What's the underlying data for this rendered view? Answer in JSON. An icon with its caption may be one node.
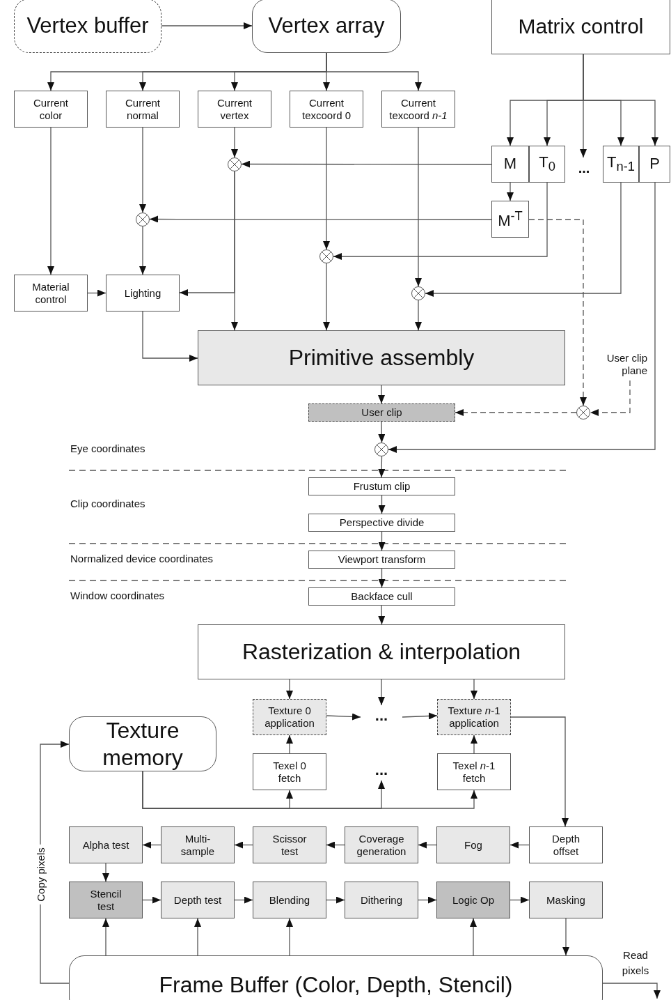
{
  "diagram": {
    "nodes": [
      {
        "text": [
          "Vertex buffer"
        ]
      },
      {
        "text": [
          "Vertex array"
        ]
      },
      {
        "text": [
          "Matrix control"
        ]
      },
      {
        "text": [
          "Current color"
        ]
      },
      {
        "text": [
          "Current normal"
        ]
      },
      {
        "text": [
          "Current vertex"
        ]
      },
      {
        "text": [
          "Current texcoord 0"
        ]
      },
      {
        "text": [
          "Current texcoord *n-1*"
        ]
      },
      {
        "text": [
          "M"
        ]
      },
      {
        "text": [
          "T$_{0}$"
        ]
      },
      {
        "text": [
          "..."
        ]
      },
      {
        "text": [
          "T$_{n-1}$"
        ]
      },
      {
        "text": [
          "P"
        ]
      },
      {
        "text": [
          "M$^{-T}$"
        ]
      },
      {
        "text": [],
        "shape": "circle"
      },
      {
        "text": [],
        "shape": "circle"
      },
      {
        "text": [],
        "shape": "circle"
      },
      {
        "text": [],
        "shape": "circle"
      },
      {
        "text": [
          "Material control"
        ]
      },
      {
        "text": [
          "Lighting"
        ]
      },
      {
        "text": [
          "Primitive assembly"
        ]
      },
      {
        "text": [
          "User clip plane"
        ]
      },
      {
        "text": [],
        "shape": "circle"
      },
      {
        "text": [
          "User clip"
        ]
      },
      {
        "text": [],
        "shape": "circle"
      },
      {
        "text": [
          "Frustum clip"
        ]
      },
      {
        "text": [
          "Perspective divide"
        ]
      },
      {
        "text": [
          "Viewport transform"
        ]
      },
      {
        "text": [
          "Backface cull"
        ]
      },
      {
        "text": [
          "Rasterization & interpolation"
        ]
      },
      {
        "text": [
          "Texture 0 application"
        ]
      },
      {
        "text": [
          "..."
        ]
      },
      {
        "text": [
          "Texture *n*-1 application"
        ]
      },
      {
        "text": [
          "Texture memory"
        ]
      },
      {
        "text": [
          "Texel 0 fetch"
        ]
      },
      {
        "text": [
          "..."
        ]
      },
      {
        "text": [
          "Texel *n*-1 fetch"
        ]
      },
      {
        "text": [
          "Alpha test"
        ]
      },
      {
        "text": [
          "Multi- sample"
        ]
      },
      {
        "text": [
          "Scissor test"
        ]
      },
      {
        "text": [
          "Coverage generation"
        ]
      },
      {
        "text": [
          "Fog"
        ]
      },
      {
        "text": [
          "Depth offset"
        ]
      },
      {
        "text": [
          "Stencil test"
        ]
      },
      {
        "text": [
          "Depth test"
        ]
      },
      {
        "text": [
          "Blending"
        ]
      },
      {
        "text": [
          "Dithering"
        ]
      },
      {
        "text": [
          "Logic Op"
        ]
      },
      {
        "text": [
          "Masking"
        ]
      },
      {
        "text": [
          "Frame Buffer (Color, Depth, Stencil)"
        ]
      }
    ],
    "edges": [
      {
        "from": 0,
        "to": 1,
        "arrow": "to"
      },
      {
        "from": 1,
        "to": 3,
        "arrow": "to"
      },
      {
        "from": 1,
        "to": 4,
        "arrow": "to"
      },
      {
        "from": 1,
        "to": 5,
        "arrow": "to"
      },
      {
        "from": 1,
        "to": 6,
        "arrow": "to"
      },
      {
        "from": 1,
        "to": 7,
        "arrow": "to"
      },
      {
        "from": 2,
        "to": 8,
        "arrow": "to"
      },
      {
        "from": 2,
        "to": 9,
        "arrow": "to"
      },
      {
        "from": 2,
        "to": 10,
        "arrow": "to"
      },
      {
        "from": 2,
        "to": 11,
        "arrow": "to"
      },
      {
        "from": 2,
        "to": 12,
        "arrow": "to"
      },
      {
        "from": 5,
        "to": 14,
        "arrow": "to"
      },
      {
        "from": 8,
        "to": 14,
        "arrow": "to"
      },
      {
        "from": 8,
        "to": 13,
        "arrow": "to"
      },
      {
        "from": 4,
        "to": 15,
        "arrow": "to"
      },
      {
        "from": 13,
        "to": 15,
        "arrow": "to"
      },
      {
        "from": 13,
        "to": 22,
        "arrow": "to",
        "style": "dashed"
      },
      {
        "from": 6,
        "to": 16,
        "arrow": "to"
      },
      {
        "from": 9,
        "to": 16,
        "arrow": "to"
      },
      {
        "from": 7,
        "to": 17,
        "arrow": "to"
      },
      {
        "from": 11,
        "to": 17,
        "arrow": "to"
      },
      {
        "from": 3,
        "to": 18,
        "arrow": "to"
      },
      {
        "from": 18,
        "to": 19,
        "arrow": "to"
      },
      {
        "from": 14,
        "to": 19,
        "arrow": "to"
      },
      {
        "from": 15,
        "to": 19,
        "arrow": "to"
      },
      {
        "from": 14,
        "to": 20,
        "arrow": "to"
      },
      {
        "from": 16,
        "to": 20,
        "arrow": "to"
      },
      {
        "from": 17,
        "to": 20,
        "arrow": "to"
      },
      {
        "from": 19,
        "to": 20,
        "arrow": "to"
      },
      {
        "from": 20,
        "to": 23,
        "arrow": "to"
      },
      {
        "from": 21,
        "to": 22,
        "arrow": "to",
        "style": "dashed"
      },
      {
        "from": 22,
        "to": 23,
        "arrow": "to",
        "style": "dashed"
      },
      {
        "from": 23,
        "to": 24,
        "arrow": "to"
      },
      {
        "from": 12,
        "to": 24,
        "arrow": "to"
      },
      {
        "from": 24,
        "to": 25,
        "arrow": "to"
      },
      {
        "from": 25,
        "to": 26,
        "arrow": "to"
      },
      {
        "from": 26,
        "to": 27,
        "arrow": "to"
      },
      {
        "from": 27,
        "to": 28,
        "arrow": "to"
      },
      {
        "from": 28,
        "to": 29,
        "arrow": "to"
      },
      {
        "from": 29,
        "to": 30,
        "arrow": "to"
      },
      {
        "from": 29,
        "to": 31,
        "arrow": "to"
      },
      {
        "from": 29,
        "to": 32,
        "arrow": "to"
      },
      {
        "from": 30,
        "to": 31,
        "arrow": "to"
      },
      {
        "from": 31,
        "to": 32,
        "arrow": "to"
      },
      {
        "from": 34,
        "to": 30,
        "arrow": "to"
      },
      {
        "from": 36,
        "to": 32,
        "arrow": "to"
      },
      {
        "from": 33,
        "to": 34,
        "arrow": "to"
      },
      {
        "from": 33,
        "to": 35,
        "arrow": "to"
      },
      {
        "from": 33,
        "to": 36,
        "arrow": "to"
      },
      {
        "from": 32,
        "to": 42,
        "arrow": "to"
      },
      {
        "from": 42,
        "to": 41,
        "arrow": "to"
      },
      {
        "from": 41,
        "to": 40,
        "arrow": "to"
      },
      {
        "from": 40,
        "to": 39,
        "arrow": "to"
      },
      {
        "from": 39,
        "to": 38,
        "arrow": "to"
      },
      {
        "from": 38,
        "to": 37,
        "arrow": "to"
      },
      {
        "from": 37,
        "to": 43,
        "arrow": "to"
      },
      {
        "from": 43,
        "to": 44,
        "arrow": "to"
      },
      {
        "from": 44,
        "to": 45,
        "arrow": "to"
      },
      {
        "from": 45,
        "to": 46,
        "arrow": "to"
      },
      {
        "from": 46,
        "to": 47,
        "arrow": "to"
      },
      {
        "from": 47,
        "to": 48,
        "arrow": "to"
      },
      {
        "from": 48,
        "to": 49,
        "arrow": "to"
      },
      {
        "from": 49,
        "to": 43,
        "arrow": "to"
      },
      {
        "from": 49,
        "to": 44,
        "arrow": "to"
      },
      {
        "from": 49,
        "to": 45,
        "arrow": "to"
      },
      {
        "from": 49,
        "to": 47,
        "arrow": "to"
      },
      {
        "from": 49,
        "to": 33,
        "arrow": "to",
        "label": "Copy pixels"
      },
      {
        "from": 49,
        "to": null,
        "arrow": "to",
        "label": "Read pixels"
      }
    ],
    "labels": [
      "Eye coordinates",
      "Clip coordinates",
      "Normalized device coordinates",
      "Window coordinates"
    ]
  }
}
